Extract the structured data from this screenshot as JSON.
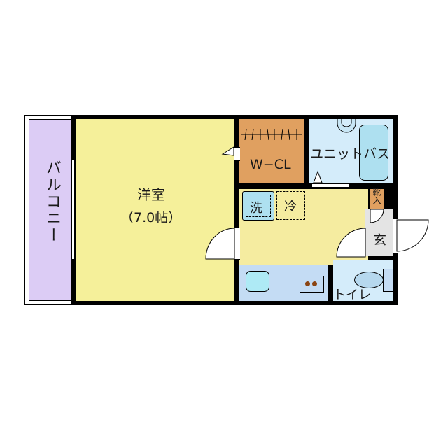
{
  "floorplan": {
    "colors": {
      "balcony": "#dcccf5",
      "western_room": "#f5f09a",
      "walk_in_closet": "#e0a060",
      "unit_bath": "#d4ecfa",
      "bathtub": "#aee0f0",
      "kitchen_floor": "#f5eca0",
      "kitchen_counter": "#c4dcf4",
      "sink": "#aeeaf5",
      "entrance": "#e4e4e4",
      "shoe_box": "#e0a060",
      "toilet": "#d4ecfa",
      "washer": "#aee0f0",
      "wall": "#000000"
    },
    "rooms": {
      "balcony": {
        "label": "バルコニー"
      },
      "western_room": {
        "label": "洋室",
        "size": "（7.0帖）"
      },
      "walk_in_closet": {
        "label": "W−CL"
      },
      "unit_bath": {
        "label": "ユニットバス"
      },
      "washer": {
        "label": "洗"
      },
      "fridge": {
        "label": "冷"
      },
      "shoe_box": {
        "label": "靴入"
      },
      "entrance": {
        "label": "玄"
      },
      "toilet": {
        "label": "トイレ"
      }
    }
  }
}
